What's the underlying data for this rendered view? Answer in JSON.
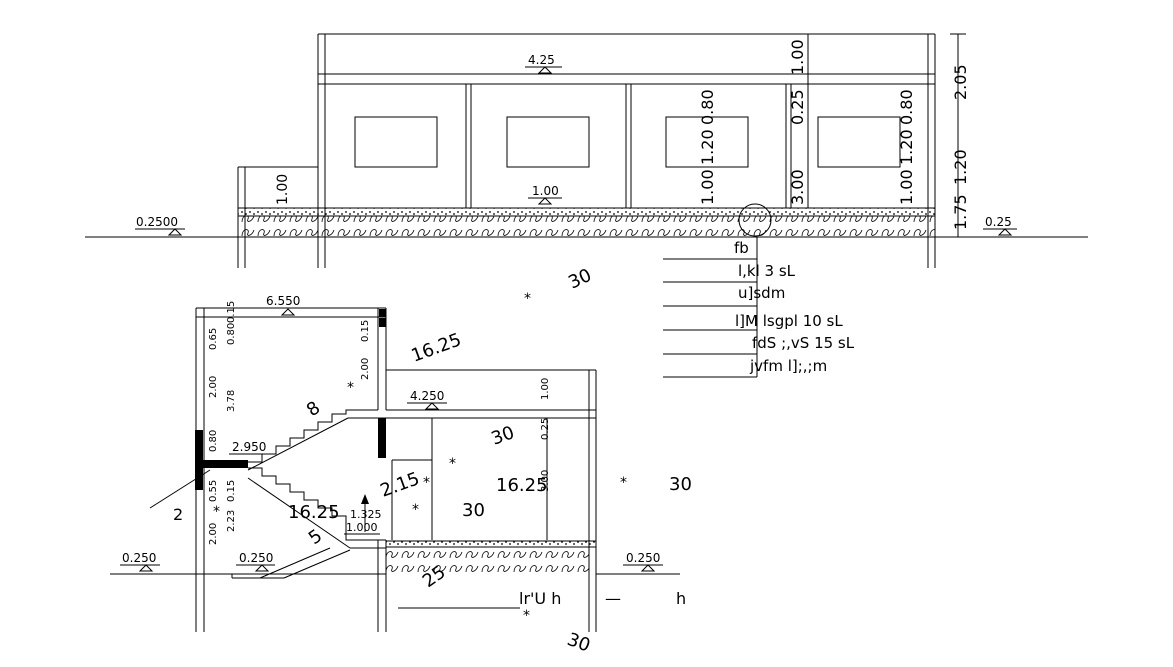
{
  "elevation": {
    "top_width": "4.25",
    "door_level": "1.00",
    "left_step_height": "1.00",
    "ground_left": "0.2500",
    "ground_right": "0.25",
    "vertical_dims_a": [
      "1.00",
      "1.20",
      "0.80"
    ],
    "vertical_dims_b": [
      "3.00",
      "0.25",
      "1.00"
    ],
    "vertical_dims_c": [
      "1.00",
      "1.20",
      "0.80"
    ],
    "right_dims": [
      "1.75",
      "1.20",
      "2.05"
    ]
  },
  "section": {
    "top_level": "6.550",
    "landing_level": "4.250",
    "mid_level": "2.950",
    "stair_level": "1.325",
    "stair_level_2": "1.000",
    "ground_left": "0.250",
    "ground_mid": "0.250",
    "ground_right": "0.250",
    "left_dims": [
      "0.80",
      "0.15",
      "0.65",
      "3.78",
      "2.00",
      "0.80",
      "0.15",
      "0.55",
      "2.23",
      "2.00"
    ],
    "mid_dims": [
      "0.15",
      "2.00"
    ],
    "right_dims": [
      "1.00",
      "0.25",
      "3.00"
    ],
    "step_count_upper": "8",
    "step_count_lower": "5",
    "grid_label": "2"
  },
  "annotations": {
    "a30_top": "30",
    "a16_25_top": "16.25",
    "a30_mid": "30",
    "a16_25_mid": "16.25",
    "a30_right": "30",
    "a30_low": "30",
    "a16_25_low": "16.25",
    "a2_15": "2.15",
    "a25": "25",
    "a30_bottom": "30"
  },
  "legend": {
    "items": [
      "fb",
      "l,kl  3  sL",
      "u]sdm",
      "l]M  lsgpl   10   sL",
      "fdS ;,vS   15   sL",
      "jvfm l];,;m"
    ]
  },
  "bottom_note": {
    "left": "lr'U  h",
    "dash": "—",
    "right": "h"
  }
}
